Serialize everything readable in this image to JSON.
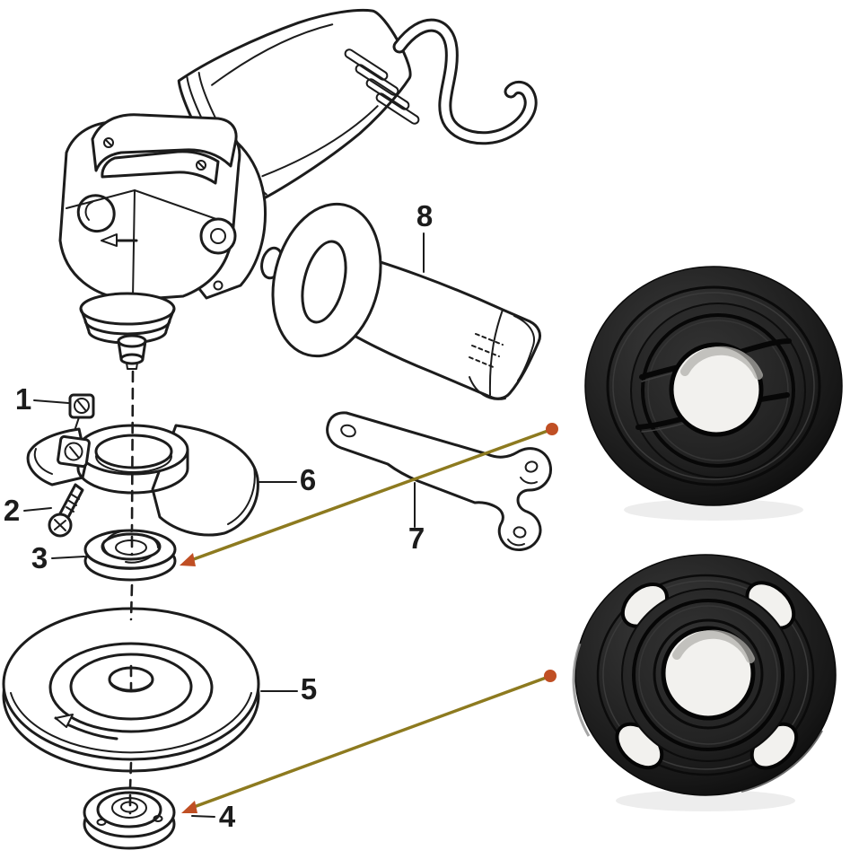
{
  "figure": {
    "kind": "angle-grinder exploded parts diagram with two flange-nut product photos",
    "part_labels": {
      "p1": "1",
      "p2": "2",
      "p3": "3",
      "p4": "4",
      "p5": "5",
      "p6": "6",
      "p7": "7",
      "p8": "8"
    }
  },
  "colors": {
    "background": "#ffffff",
    "line": "#1c1c1c",
    "callout_line": "#8d7a1f",
    "callout_marker": "#c04f24",
    "photo_dark": "#1a1a1a",
    "photo_hole": "#f2f1ee"
  }
}
